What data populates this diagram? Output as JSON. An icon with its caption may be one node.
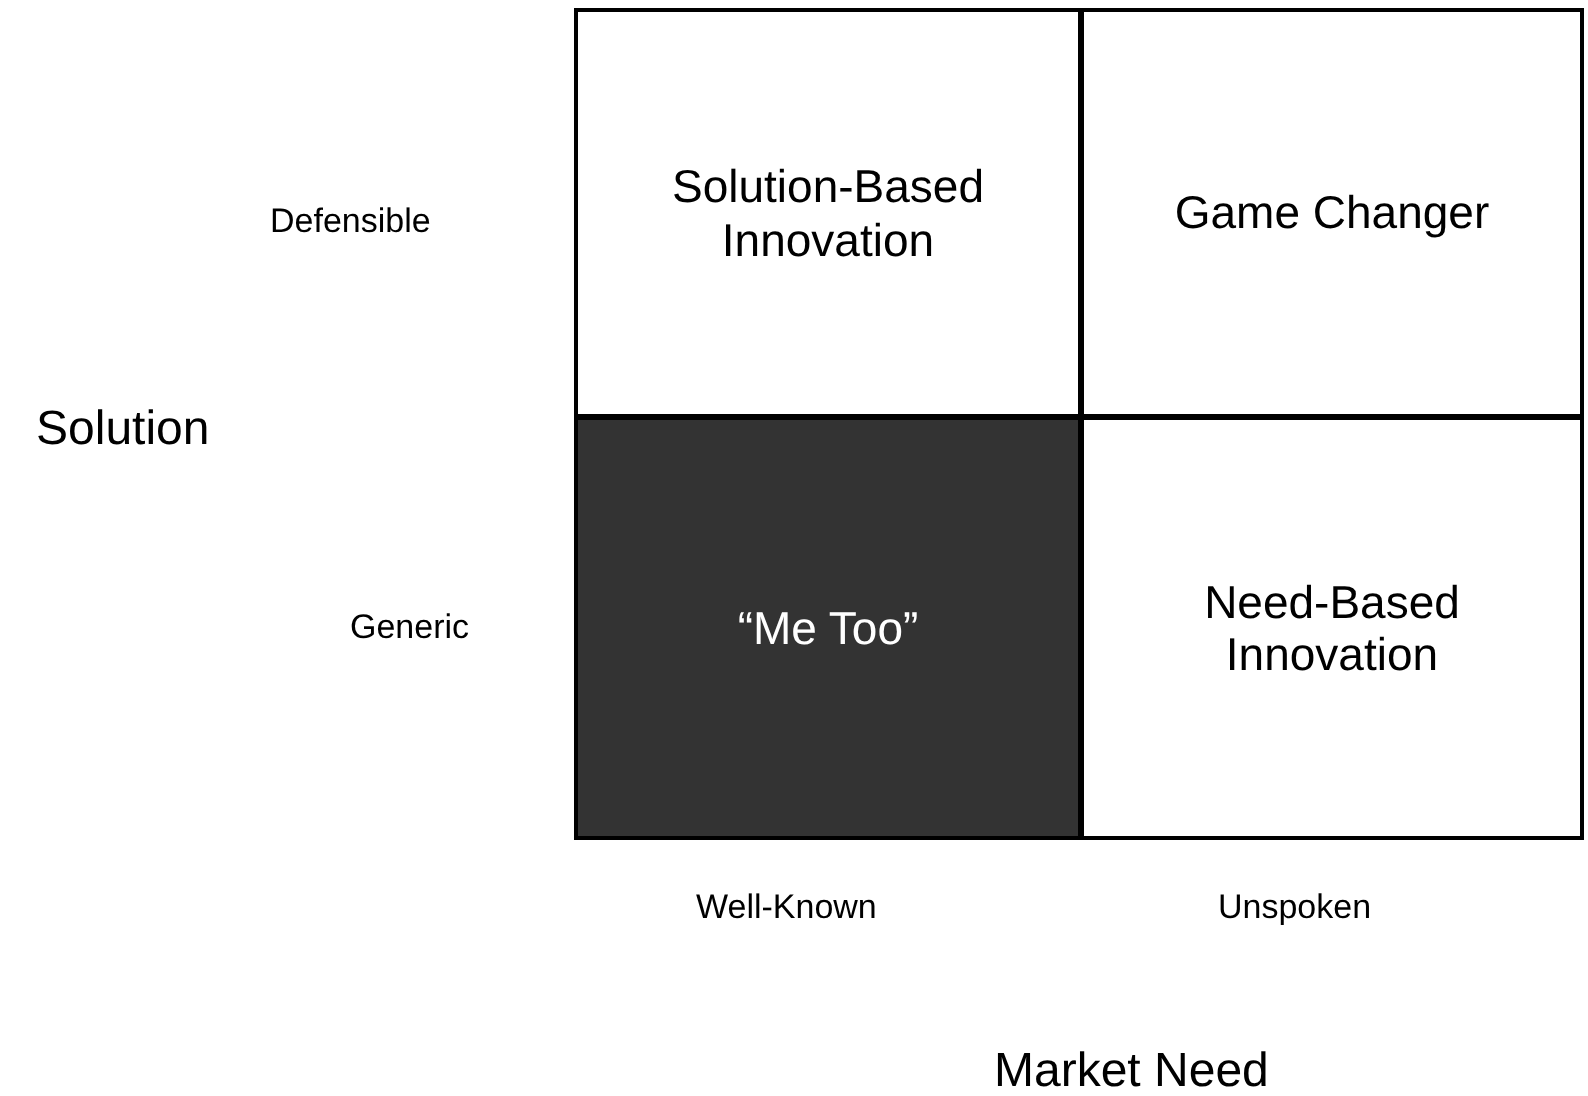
{
  "diagram": {
    "nodes": [
      {
        "text": [
          "Solution-Based Innovation"
        ]
      },
      {
        "text": [
          "Game Changer"
        ]
      },
      {
        "text": [
          "“Me Too”"
        ]
      },
      {
        "text": [
          "Need-Based Innovation"
        ]
      }
    ],
    "labels": [
      "Defensible",
      "Solution",
      "Generic",
      "Well-Known",
      "Unspoken",
      "Market Need"
    ]
  }
}
